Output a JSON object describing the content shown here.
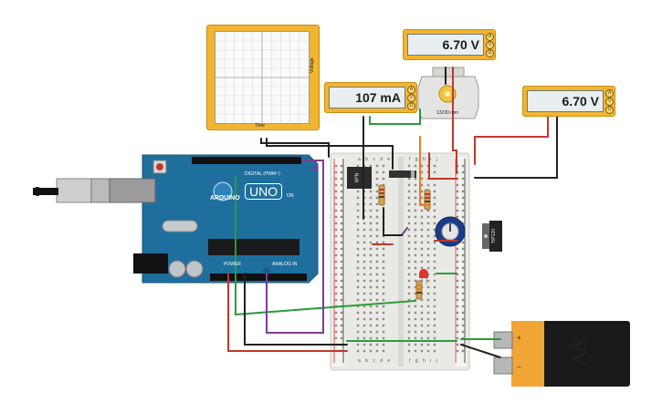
{
  "meters": {
    "motor_voltage": "6.70 V",
    "current": "107 mA",
    "supply_voltage": "6.70 V"
  },
  "oscilloscope": {
    "y_label": "Voltage",
    "x_label": "Time"
  },
  "motor": {
    "label": "13230 rpm"
  },
  "arduino": {
    "brand": "ARDUINO",
    "model": "UNO",
    "digital_label": "DIGITAL (PWM~)",
    "power_label": "POWER",
    "analog_label": "ANALOG IN",
    "on_label": "ON"
  },
  "components": {
    "ic_label": "NPN",
    "transistor_label": "TIP120",
    "battery_label": "9V",
    "battery_plus": "+",
    "battery_minus": "−"
  },
  "breadboard": {
    "col_letters_left": "a b c d e",
    "col_letters_right": "f g h i j"
  }
}
